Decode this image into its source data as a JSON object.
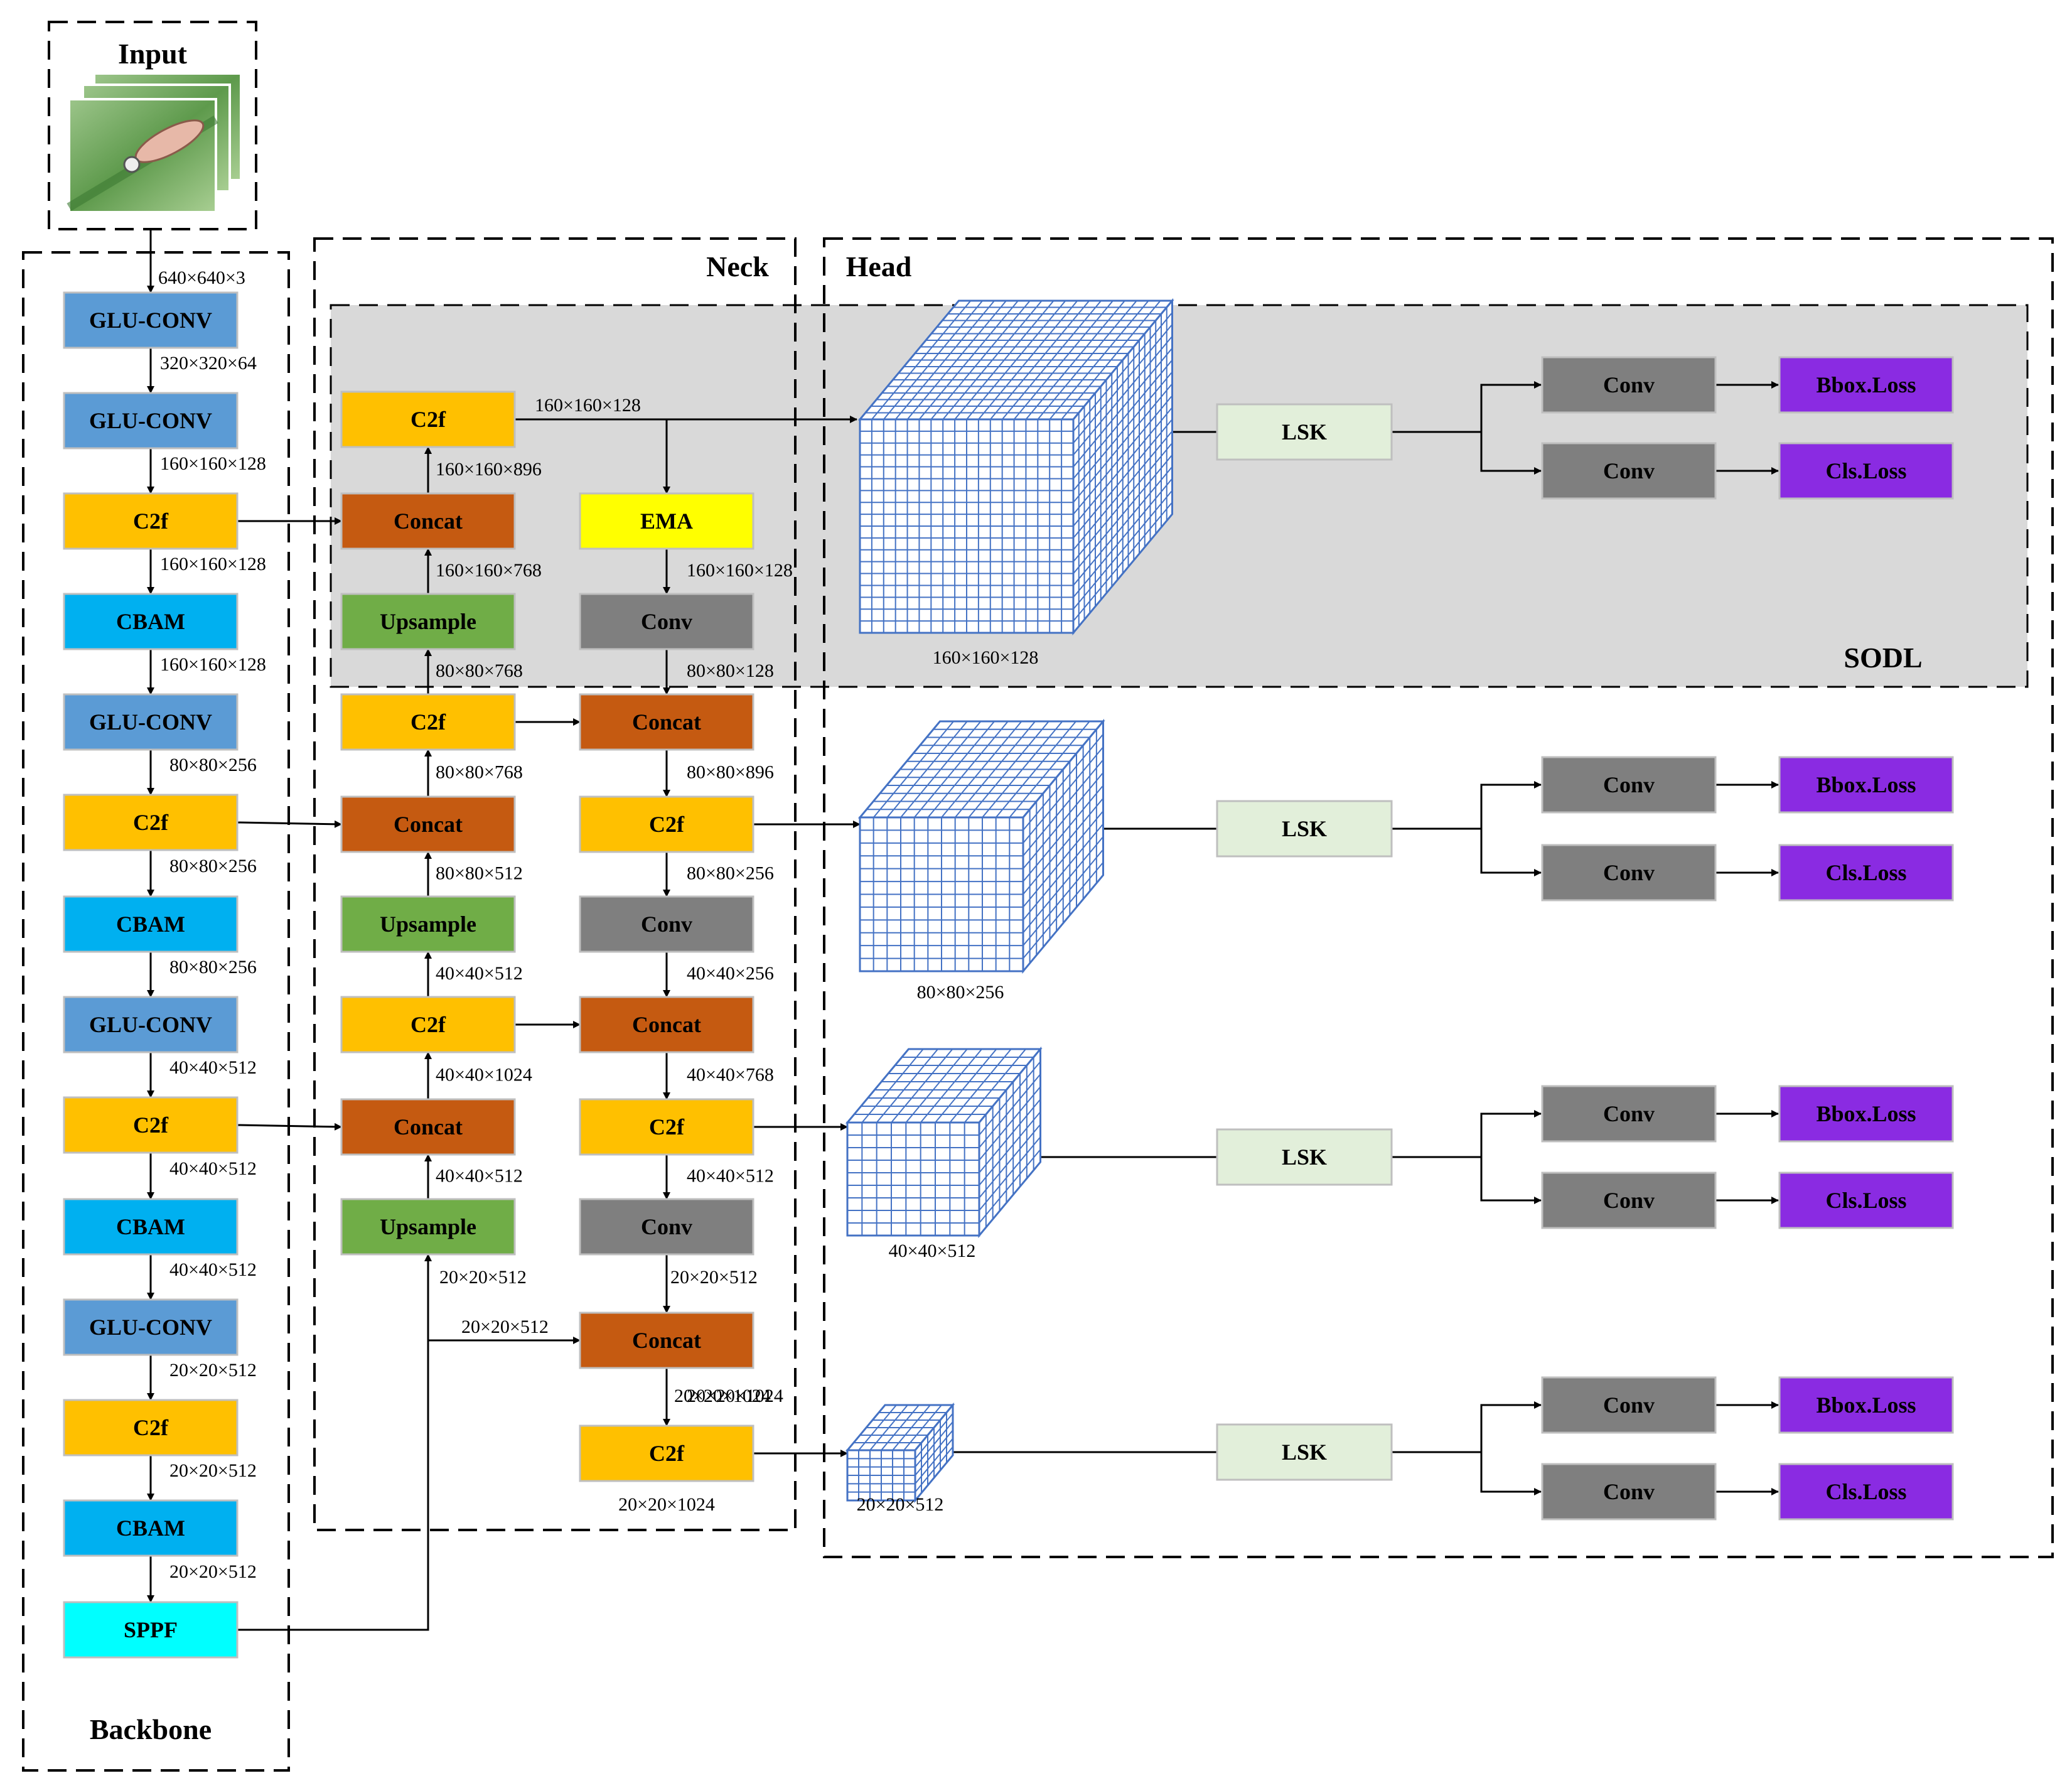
{
  "sections": {
    "input": "Input",
    "backbone": "Backbone",
    "neck": "Neck",
    "head": "Head",
    "sodl": "SODL"
  },
  "colors": {
    "glu_conv": "#5B9BD5",
    "c2f": "#FFC000",
    "cbam": "#00B0F0",
    "sppf": "#00FFFF",
    "concat": "#C55A11",
    "upsample": "#70AD47",
    "ema": "#FFFF00",
    "conv": "#7F7F7F",
    "lsk": "#E2EFDA",
    "loss": "#8A2BE2",
    "grid": "#4472C4",
    "sodl_bg": "#D9D9D9"
  },
  "backbone": {
    "blocks": [
      {
        "label": "GLU-CONV",
        "type": "glu_conv"
      },
      {
        "label": "GLU-CONV",
        "type": "glu_conv"
      },
      {
        "label": "C2f",
        "type": "c2f"
      },
      {
        "label": "CBAM",
        "type": "cbam"
      },
      {
        "label": "GLU-CONV",
        "type": "glu_conv"
      },
      {
        "label": "C2f",
        "type": "c2f"
      },
      {
        "label": "CBAM",
        "type": "cbam"
      },
      {
        "label": "GLU-CONV",
        "type": "glu_conv"
      },
      {
        "label": "C2f",
        "type": "c2f"
      },
      {
        "label": "CBAM",
        "type": "cbam"
      },
      {
        "label": "GLU-CONV",
        "type": "glu_conv"
      },
      {
        "label": "C2f",
        "type": "c2f"
      },
      {
        "label": "CBAM",
        "type": "cbam"
      },
      {
        "label": "SPPF",
        "type": "sppf"
      }
    ],
    "dims": [
      "640×640×3",
      "320×320×64",
      "160×160×128",
      "160×160×128",
      "160×160×128",
      "80×80×256",
      "80×80×256",
      "80×80×256",
      "40×40×512",
      "40×40×512",
      "40×40×512",
      "20×20×512",
      "20×20×512",
      "20×20×512"
    ]
  },
  "neck": {
    "left_blocks": [
      {
        "label": "C2f",
        "type": "c2f"
      },
      {
        "label": "Concat",
        "type": "concat"
      },
      {
        "label": "Upsample",
        "type": "upsample"
      },
      {
        "label": "C2f",
        "type": "c2f"
      },
      {
        "label": "Concat",
        "type": "concat"
      },
      {
        "label": "Upsample",
        "type": "upsample"
      },
      {
        "label": "C2f",
        "type": "c2f"
      },
      {
        "label": "Concat",
        "type": "concat"
      },
      {
        "label": "Upsample",
        "type": "upsample"
      }
    ],
    "right_blocks": [
      {
        "label": "EMA",
        "type": "ema"
      },
      {
        "label": "Conv",
        "type": "conv"
      },
      {
        "label": "Concat",
        "type": "concat"
      },
      {
        "label": "C2f",
        "type": "c2f"
      },
      {
        "label": "Conv",
        "type": "conv"
      },
      {
        "label": "Concat",
        "type": "concat"
      },
      {
        "label": "C2f",
        "type": "c2f"
      },
      {
        "label": "Conv",
        "type": "conv"
      },
      {
        "label": "Concat",
        "type": "concat"
      },
      {
        "label": "C2f",
        "type": "c2f"
      }
    ],
    "left_dims": [
      "160×160×896",
      "160×160×768",
      "80×80×768",
      "80×80×768",
      "80×80×512",
      "40×40×512",
      "40×40×1024",
      "40×40×512",
      "20×20×512"
    ],
    "right_dims": [
      "160×160×128",
      "160×160×128",
      "80×80×128",
      "80×80×896",
      "80×80×256",
      "40×40×256",
      "40×40×768",
      "40×40×512",
      "20×20×512",
      "20×20×512",
      "20×20×1024",
      "20×20×1024"
    ]
  },
  "head": {
    "lsk_label": "LSK",
    "conv_label": "Conv",
    "bbox_label": "Bbox.Loss",
    "cls_label": "Cls.Loss",
    "scales": [
      "160×160×128",
      "80×80×256",
      "40×40×512",
      "20×20×512"
    ]
  }
}
